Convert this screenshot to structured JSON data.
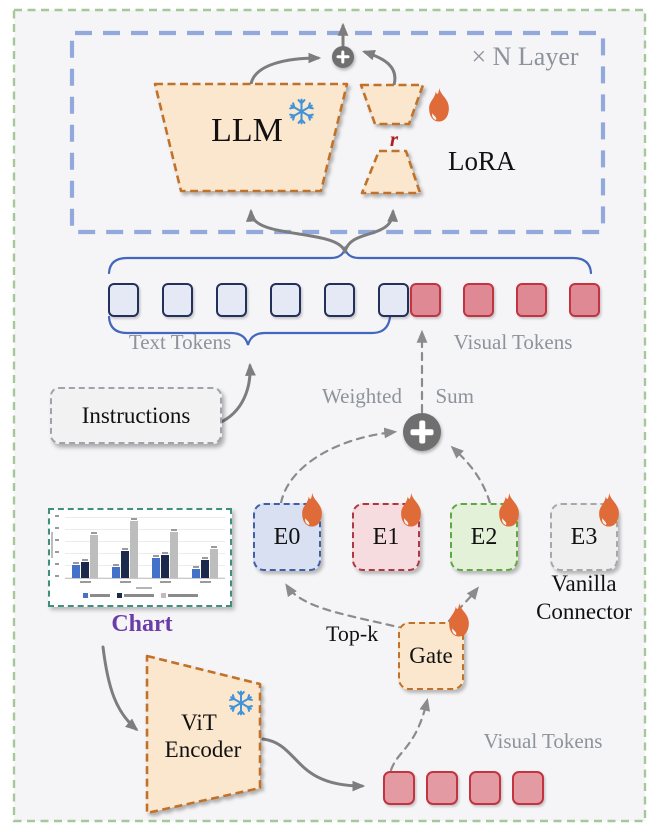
{
  "diagram": {
    "layer_multiplier_label": "× N Layer",
    "llm": {
      "label": "LLM",
      "frozen": true
    },
    "lora": {
      "label": "LoRA",
      "rank_label": "r",
      "trainable": true
    },
    "weighted_sum_words": [
      "Weighted",
      "Sum"
    ],
    "text_tokens": {
      "label": "Text Tokens",
      "count": 6
    },
    "visual_tokens_top": {
      "label": "Visual Tokens",
      "count": 4
    },
    "visual_tokens_bottom": {
      "label": "Visual Tokens",
      "count": 4
    },
    "instructions_label": "Instructions",
    "experts": [
      {
        "label": "E0",
        "fill": "#D8E0F2",
        "border": "#3F5FA8",
        "trainable": true
      },
      {
        "label": "E1",
        "fill": "#F7DCDF",
        "border": "#AD3844",
        "trainable": true
      },
      {
        "label": "E2",
        "fill": "#E4F1D9",
        "border": "#61A744",
        "trainable": true
      },
      {
        "label": "E3",
        "fill": "#EFEFEF",
        "border": "#A8A8A8",
        "trainable": true
      }
    ],
    "vanilla_connector_words": [
      "Vanilla",
      "Connector"
    ],
    "top_k_label": "Top-k",
    "gate_label": "Gate",
    "chart_caption": "Chart",
    "vit_encoder_words": [
      "ViT",
      "Encoder"
    ],
    "vit_frozen": true
  },
  "colors": {
    "panel_border_green": "#A6C899",
    "panel_bg": "#F5F5F7",
    "layer_box_blue": "#93A9DC",
    "module_fill": "#FBE7CE",
    "module_border": "#C0722C",
    "text_token_fill": "#E5E9F5",
    "text_token_border": "#22305A",
    "visual_token_fill": "#DE8993",
    "visual_token_border": "#C23440",
    "brace_blue": "#4467BE",
    "arrow_gray": "#7D7D7D",
    "dashed_arrow_gray": "#8B8B8B",
    "label_gray": "#8D929B",
    "sum_circle_gray": "#6F6F6F",
    "flame_orange": "#DF6B38",
    "snowflake_blue": "#3E93D9",
    "rank_red": "#AE1F23",
    "chart_caption_purple": "#6A3DA8",
    "chart_border_teal": "#3F8F7D"
  },
  "chart_data": {
    "type": "bar",
    "title": "",
    "categories": [
      "",
      "",
      "",
      ""
    ],
    "series": [
      {
        "name": "blue-series",
        "color": "#4472C8",
        "values": [
          22,
          18,
          33,
          15
        ]
      },
      {
        "name": "navy-series",
        "color": "#1B2A4A",
        "values": [
          26,
          45,
          38,
          29
        ]
      },
      {
        "name": "gray-series",
        "color": "#BDBDBD",
        "values": [
          70,
          93,
          75,
          48
        ]
      }
    ],
    "ylim": [
      0,
      100
    ],
    "grid": true,
    "legend_position": "bottom",
    "labels_legible": false
  }
}
